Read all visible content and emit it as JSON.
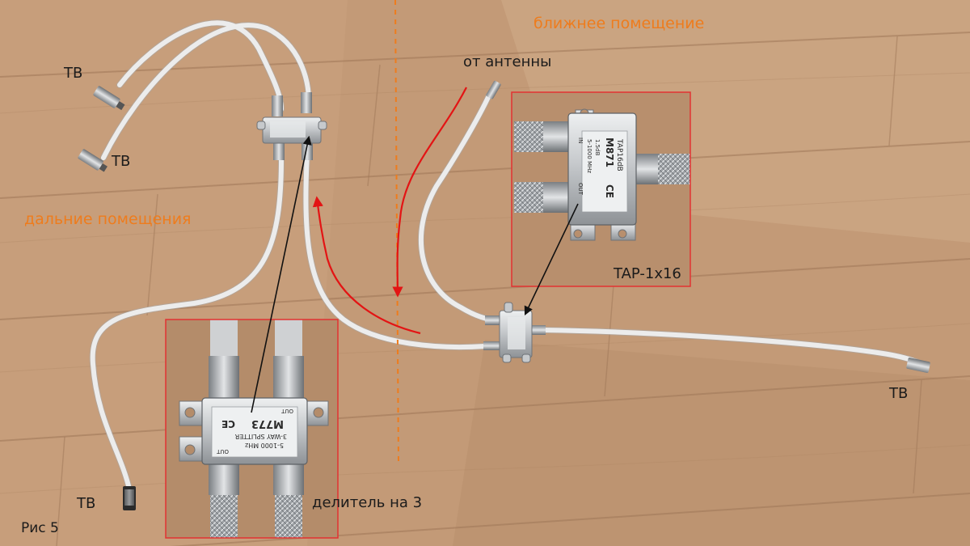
{
  "colors": {
    "wood_base": "#c39a77",
    "wood_light": "#d5b08e",
    "wood_dark": "#a47d5e",
    "cable": "#e8e8e8",
    "metal": "#c9cbcd",
    "accent_orange": "#ee7c1d",
    "arrow_red": "#e31414",
    "inset_frame": "#e23232"
  },
  "labels": {
    "tv_top_left": "ТВ",
    "tv_mid_left": "ТВ",
    "tv_bottom_left": "ТВ",
    "tv_right": "ТВ",
    "far_rooms": "дальние помещения",
    "near_room": "ближнее помещение",
    "from_antenna": "от антенны",
    "tap_model": "TAP-1x16",
    "splitter3": "делитель на 3",
    "figure": "Рис 5"
  },
  "device_tap": {
    "model": "M871",
    "brand": "TAP16dB",
    "ce": "CE",
    "spec1": "1.5dB",
    "spec2": "5-1000 MHz",
    "port_in": "IN",
    "port_out": "OUT"
  },
  "device_splitter": {
    "model": "M773",
    "title": "3-WAY SPLITTER",
    "spec": "5-1000 MHz",
    "ce": "CE",
    "port_out_a": "OUT",
    "port_out_b": "OUT"
  }
}
